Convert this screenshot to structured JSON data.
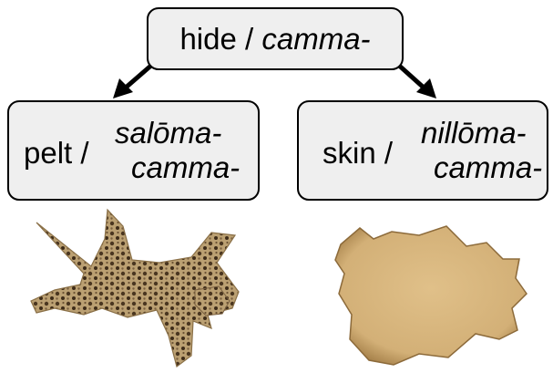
{
  "root": {
    "english": "hide",
    "separator": " / ",
    "term": "camma-"
  },
  "children": [
    {
      "english": "pelt",
      "separator": " /",
      "term_line1": "salōma-",
      "term_line2": "camma-",
      "picture": "leopard-pelt"
    },
    {
      "english": "skin",
      "separator": " /",
      "term_line1": "nillōma-",
      "term_line2": "camma-",
      "picture": "tanned-hide"
    }
  ],
  "colors": {
    "box_fill": "#efefef",
    "border": "#000000",
    "pelt_base": "#b89a6a",
    "hide_base": "#d9b77f"
  }
}
